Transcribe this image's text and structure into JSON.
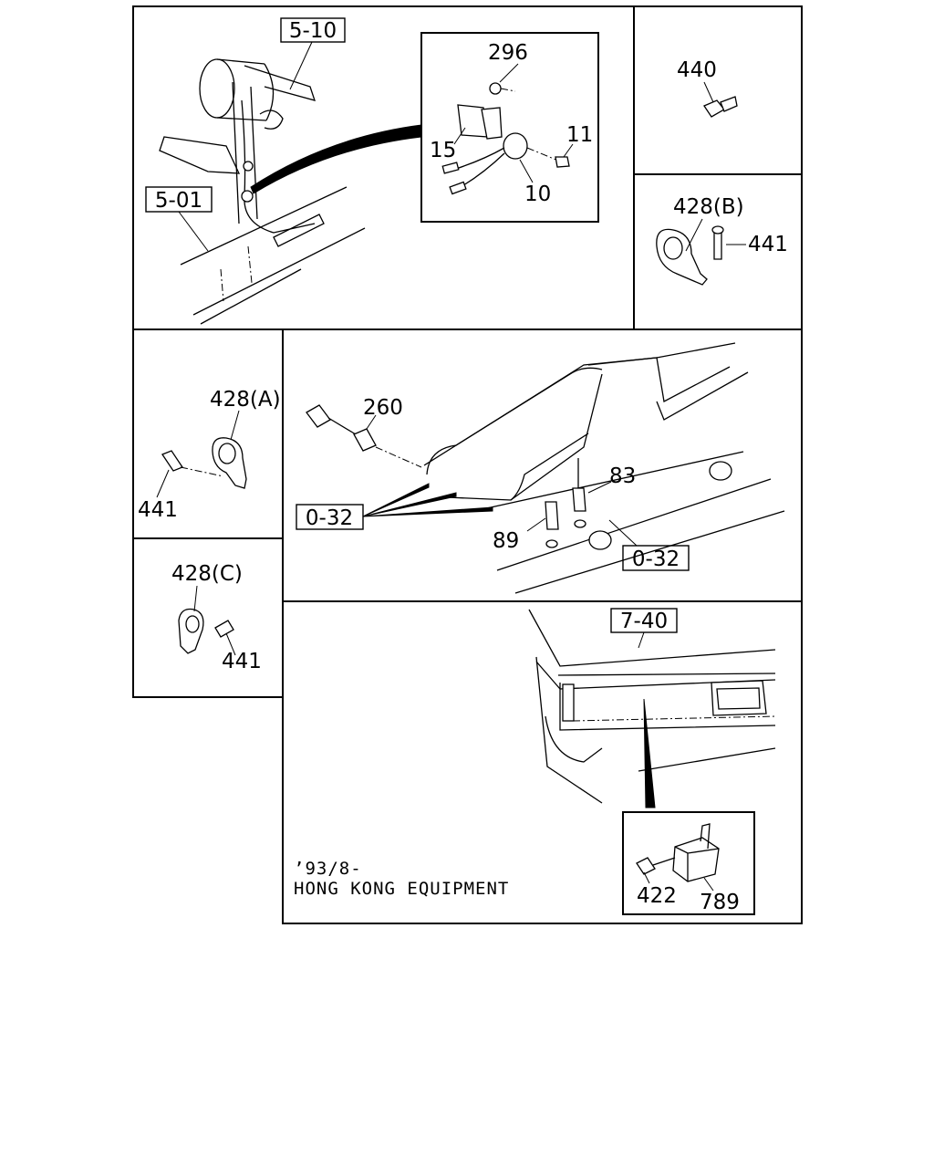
{
  "refs": {
    "r510": "5-10",
    "r501": "5-01",
    "r032a": "0-32",
    "r032b": "0-32",
    "r740": "7-40"
  },
  "parts": {
    "p296": "296",
    "p11": "11",
    "p15": "15",
    "p10": "10",
    "p440": "440",
    "p428b": "428(B)",
    "p441b": "441",
    "p428a": "428(A)",
    "p441a": "441",
    "p260": "260",
    "p83": "83",
    "p89": "89",
    "p428c": "428(C)",
    "p441c": "441",
    "p422": "422",
    "p789": "789"
  },
  "note": {
    "line1": "’93/8-",
    "line2": "HONG KONG EQUIPMENT"
  }
}
